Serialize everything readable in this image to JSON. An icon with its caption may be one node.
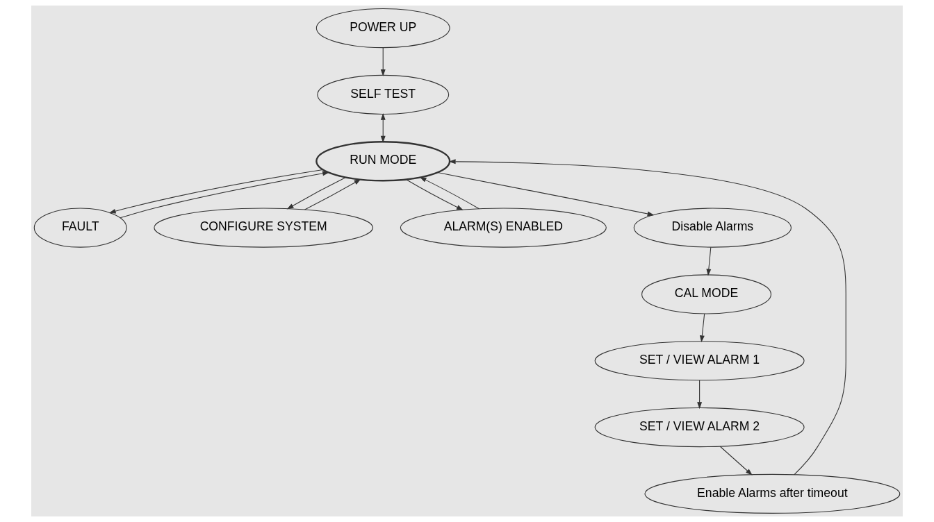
{
  "diagram": {
    "nodes": [
      {
        "text": [
          "POWER UP"
        ]
      },
      {
        "text": [
          "FAULT"
        ]
      },
      {
        "text": [
          "CONFIGURE SYSTEM"
        ]
      },
      {
        "text": [
          "SELF TEST"
        ]
      },
      {
        "text": [
          "RUN MODE"
        ]
      },
      {
        "text": [
          "Enable Alarms after timeout"
        ]
      },
      {
        "text": [
          "ALARM(S) ENABLED"
        ]
      },
      {
        "text": [
          "Disable Alarms"
        ]
      },
      {
        "text": [
          "SET / VIEW ALARM 2"
        ]
      },
      {
        "text": [
          "CAL MODE"
        ]
      },
      {
        "text": [
          "SET / VIEW ALARM 1"
        ]
      }
    ],
    "edges": [
      {
        "from": 0,
        "to": 3,
        "arrow": "to"
      },
      {
        "from": 3,
        "to": 4,
        "arrow": "both"
      },
      {
        "from": 4,
        "to": 1,
        "arrow": "to"
      },
      {
        "from": 1,
        "to": 4,
        "arrow": "to"
      },
      {
        "from": 4,
        "to": 2,
        "arrow": "to"
      },
      {
        "from": 2,
        "to": 4,
        "arrow": "to"
      },
      {
        "from": 4,
        "to": 6,
        "arrow": "to"
      },
      {
        "from": 6,
        "to": 4,
        "arrow": "to"
      },
      {
        "from": 4,
        "to": 7,
        "arrow": "to"
      },
      {
        "from": 7,
        "to": 9,
        "arrow": "to"
      },
      {
        "from": 9,
        "to": 10,
        "arrow": "to"
      },
      {
        "from": 10,
        "to": 8,
        "arrow": "to"
      },
      {
        "from": 8,
        "to": 5,
        "arrow": "to"
      },
      {
        "from": 5,
        "to": 4,
        "arrow": "to"
      }
    ]
  }
}
